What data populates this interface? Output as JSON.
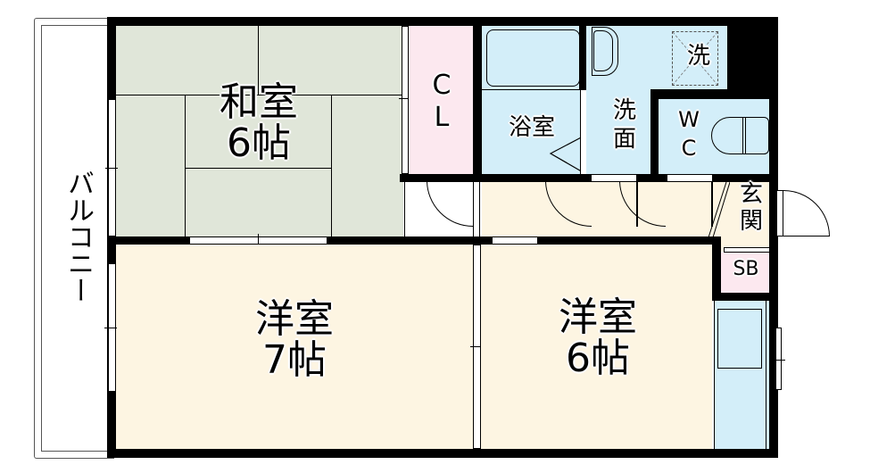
{
  "floorplan": {
    "colors": {
      "tatami": "#e0e6d9",
      "western": "#fdf5e2",
      "wet_area": "#d3eef9",
      "storage": "#fce8ef",
      "wall": "#000000",
      "balcony": "#ffffff"
    },
    "rooms": {
      "washitsu": {
        "name": "和室",
        "size": "6帖"
      },
      "closet": {
        "line1": "C",
        "line2": "L"
      },
      "bathroom": {
        "name": "浴室"
      },
      "washroom": {
        "line1": "洗",
        "line2": "面"
      },
      "washer": {
        "name": "洗"
      },
      "wc": {
        "line1": "W",
        "line2": "C"
      },
      "entrance": {
        "line1": "玄",
        "line2": "関"
      },
      "shoebox": {
        "name": "SB"
      },
      "youshitsu_7": {
        "name": "洋室",
        "size": "7帖"
      },
      "youshitsu_6": {
        "name": "洋室",
        "size": "6帖"
      },
      "balcony": {
        "name": "バルコニー"
      }
    }
  }
}
